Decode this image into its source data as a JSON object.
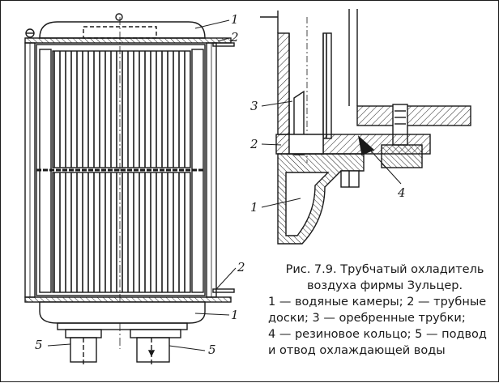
{
  "figure": {
    "callouts_left": [
      "1",
      "2",
      "2",
      "1",
      "5",
      "5"
    ],
    "callouts_right": [
      "3",
      "2",
      "1",
      "4"
    ],
    "caption": {
      "title_line1": "Рис. 7.9. Трубчатый охладитель",
      "title_line2": "воздуха фирмы Зульцер.",
      "legend_lines": [
        "1 — водяные камеры; 2 — трубные",
        "доски; 3 — оребренные трубки;",
        "4 — резиновое кольцо; 5 — подвод",
        "и отвод охлаждающей воды"
      ]
    }
  }
}
